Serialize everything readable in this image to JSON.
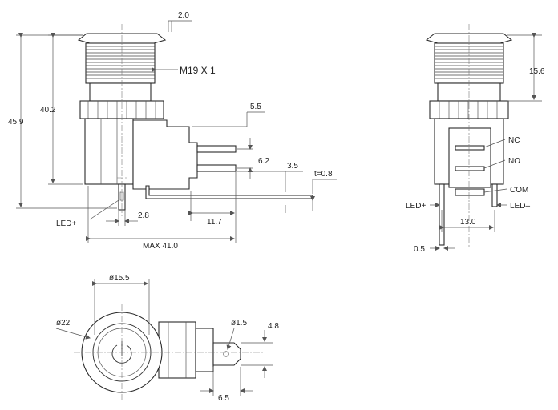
{
  "labels": {
    "d_2_0": "2.0",
    "thread": "M19 X 1",
    "d_40_2": "40.2",
    "d_45_9": "45.9",
    "d_5_5": "5.5",
    "d_6_2": "6.2",
    "d_3_5": "3.5",
    "d_t08": "t=0.8",
    "led_plus_left": "LED+",
    "d_2_8": "2.8",
    "d_11_7": "11.7",
    "d_max41": "MAX 41.0",
    "d_15_6": "15.6",
    "nc": "NC",
    "no": "NO",
    "com": "COM",
    "led_plus_right": "LED+",
    "led_minus_right": "LED–",
    "d_13_0": "13.0",
    "d_0_5": "0.5",
    "d_dia15_5": "ø15.5",
    "d_dia22": "ø22",
    "d_dia1_5": "ø1.5",
    "d_4_8": "4.8",
    "d_6_5": "6.5"
  }
}
